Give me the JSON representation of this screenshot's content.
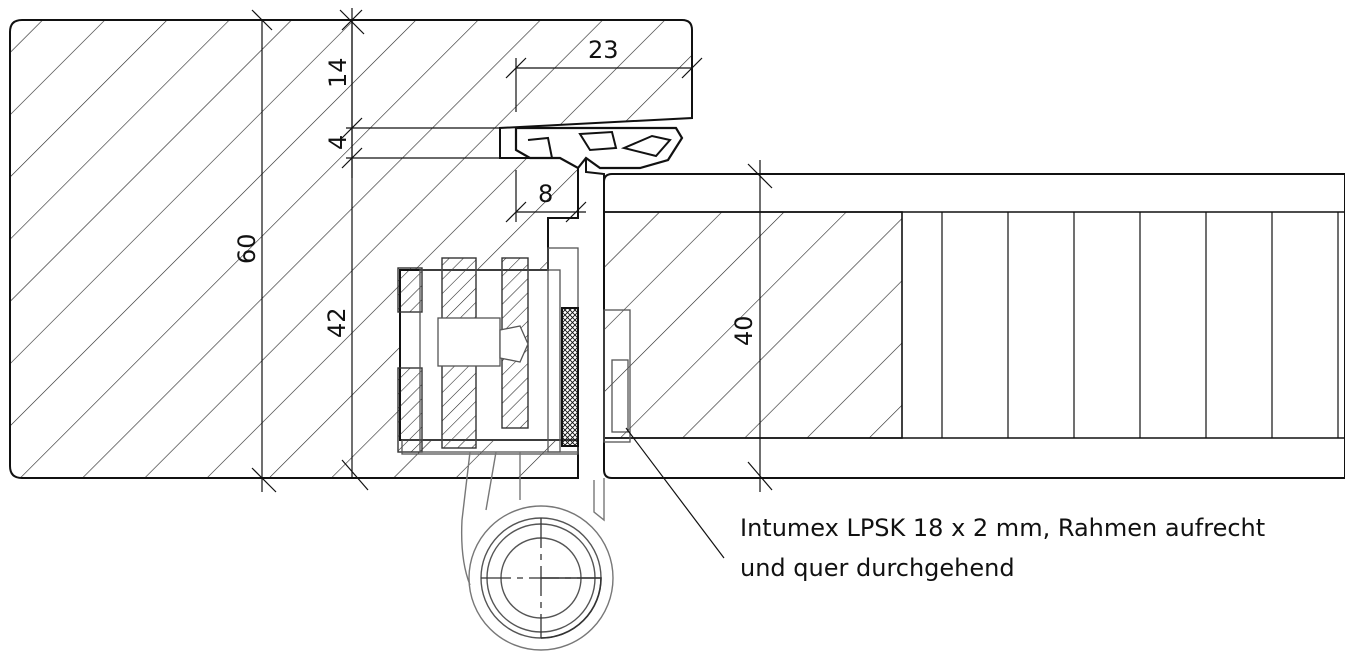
{
  "dimensions": {
    "d23": "23",
    "d14": "14",
    "d4": "4",
    "d8": "8",
    "d60": "60",
    "d42": "42",
    "d40": "40"
  },
  "note": {
    "line1": "Intumex LPSK 18 x 2 mm, Rahmen aufrecht",
    "line2": "und quer durchgehend"
  },
  "colors": {
    "line": "#111111",
    "thin": "#555555",
    "hinge": "#777777"
  }
}
